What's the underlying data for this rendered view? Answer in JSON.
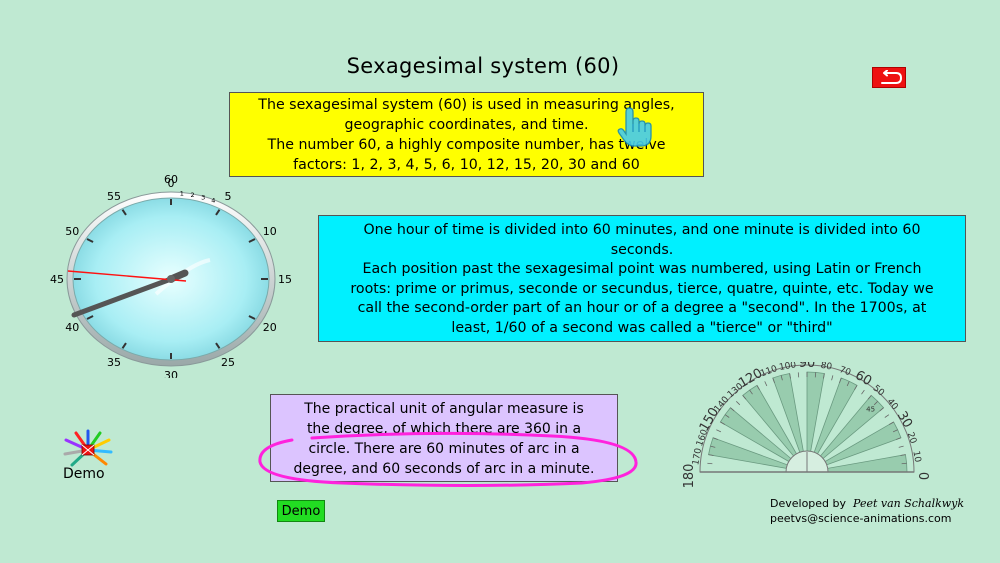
{
  "title": "Sexagesimal system (60)",
  "back_button": {
    "icon": "return-arrow-icon",
    "color": "#ee1111"
  },
  "box1": {
    "lines": [
      "The sexagesimal system (60) is used in measuring angles,",
      "geographic coordinates, and time.",
      "The number 60, a highly composite number, has twelve",
      "factors: 1, 2, 3, 4, 5, 6, 10, 12, 15, 20, 30 and 60"
    ]
  },
  "box2": {
    "lines": [
      "One hour of time is divided into 60 minutes, and one minute is divided into 60",
      "seconds.",
      "Each position past the sexagesimal point was numbered, using Latin or French",
      "roots: prime or primus, seconde or secundus, tierce, quatre, quinte, etc. Today we",
      "call the second-order part of an hour or of a degree a \"second\". In the 1700s, at",
      "least, 1/60 of a second was called a \"tierce\" or \"third\""
    ]
  },
  "box3": {
    "lines": [
      "The practical unit of angular measure is",
      "the degree, of which there are 360 in a",
      "circle. There are 60 minutes of arc in a",
      "degree, and 60 seconds of arc in a minute."
    ]
  },
  "clock": {
    "major_labels": [
      "0",
      "5",
      "10",
      "15",
      "20",
      "25",
      "30",
      "35",
      "40",
      "45",
      "50",
      "55"
    ],
    "outer_label": "60",
    "small_labels": [
      "1",
      "2",
      "3",
      "4"
    ]
  },
  "protractor": {
    "top_labels": [
      "90",
      "80",
      "70",
      "60",
      "50",
      "40",
      "30",
      "20",
      "10",
      "0"
    ],
    "left_labels": [
      "100",
      "110",
      "120",
      "130",
      "140",
      "150",
      "160",
      "170",
      "180"
    ],
    "inner_label": "45"
  },
  "demo_icon": {
    "label": "Demo"
  },
  "demo_button": {
    "label": "Demo"
  },
  "credit": {
    "prefix": "Developed by",
    "author": "Peet van Schalkwyk",
    "email": "peetvs@science-animations.com"
  },
  "colors": {
    "background": "#bfe9d2",
    "yellow_box": "#ffff00",
    "cyan_box": "#00f0ff",
    "lilac_box": "#dcc4ff",
    "highlight_ellipse": "#ff22dd",
    "demo_button": "#22dd22"
  }
}
